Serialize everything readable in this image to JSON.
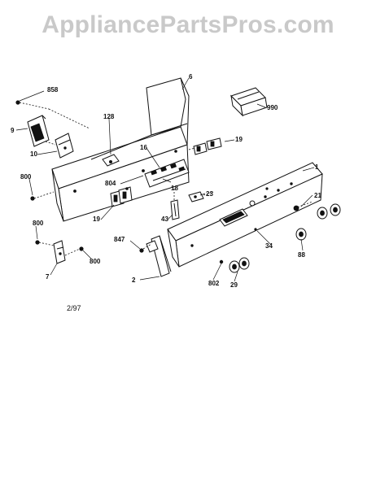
{
  "watermark": "AppliancePartsPros.com",
  "diagram_date": "2/97",
  "callouts": {
    "p858": "858",
    "p6": "6",
    "p990": "990",
    "p9": "9",
    "p128": "128",
    "p16": "16",
    "p19a": "19",
    "p10": "10",
    "p1": "1",
    "p800a": "800",
    "p804": "804",
    "p18": "18",
    "p23": "23",
    "p21": "21",
    "p19b": "19",
    "p43": "43",
    "p800b": "800",
    "p847": "847",
    "p34": "34",
    "p800c": "800",
    "p88": "88",
    "p7": "7",
    "p2": "2",
    "p802": "802",
    "p29": "29"
  }
}
